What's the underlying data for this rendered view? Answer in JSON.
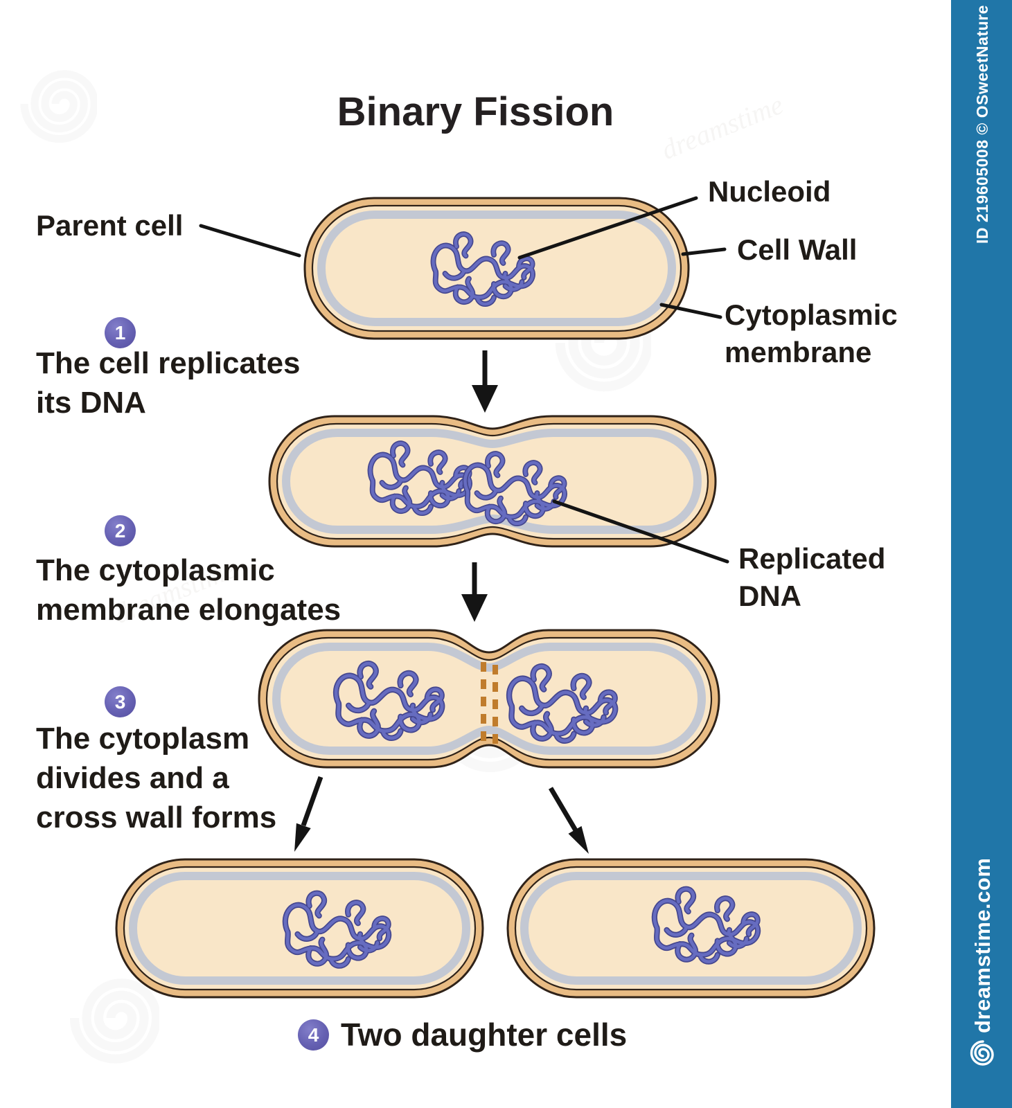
{
  "title": "Binary Fission",
  "labels": {
    "parent_cell": "Parent cell",
    "nucleoid": "Nucleoid",
    "cell_wall": "Cell Wall",
    "cytoplasmic_membrane_line1": "Cytoplasmic",
    "cytoplasmic_membrane_line2": "membrane",
    "replicated_dna_line1": "Replicated",
    "replicated_dna_line2": "DNA"
  },
  "steps": [
    {
      "number": "1",
      "line1": "The cell replicates",
      "line2": "its DNA"
    },
    {
      "number": "2",
      "line1": "The cytoplasmic",
      "line2": "membrane elongates"
    },
    {
      "number": "3",
      "line1": "The cytoplasm",
      "line2": "divides and a",
      "line3": "cross wall forms"
    },
    {
      "number": "4",
      "line1": "Two daughter cells"
    }
  ],
  "watermark": {
    "credit": "ID 219605008 © OSweetNature",
    "site": "dreamstime.com",
    "faint_text": "dreamstime",
    "bar_color": "#2076a8"
  },
  "colors": {
    "cell_wall_tan": "#e9bc84",
    "cytoplasm_cream": "#f9e6c8",
    "membrane_gray": "#c3c8d3",
    "dna_purple": "#666cc0",
    "dna_purple_dark": "#45478f",
    "outline_dark": "#2f2218",
    "step_badge_purple": "#6560b2",
    "cross_wall_orange": "#c07c2c",
    "text_dark": "#1f1b17"
  }
}
